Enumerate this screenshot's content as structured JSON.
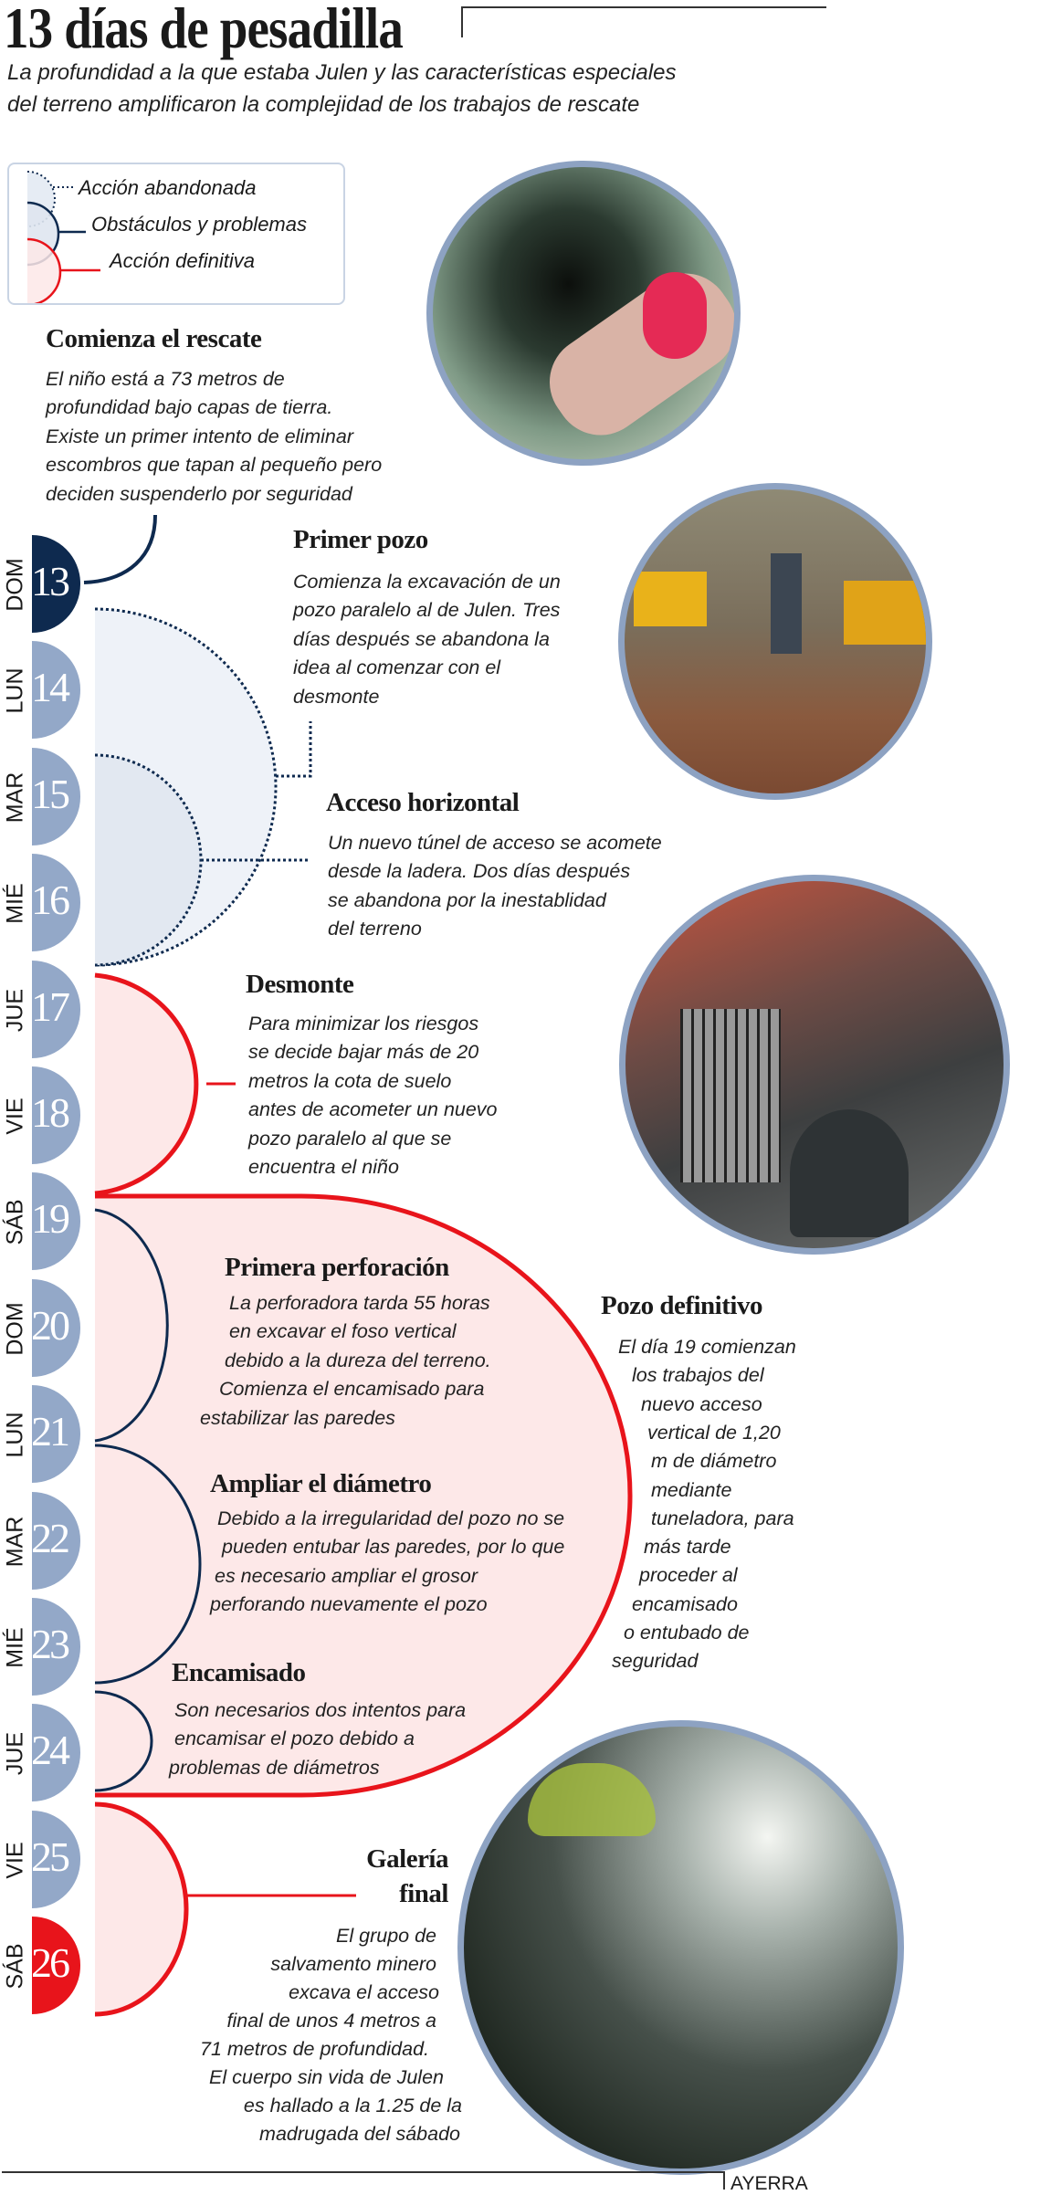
{
  "header": {
    "title": "13 días de pesadilla",
    "subtitle_lines": [
      "La profundidad a la que estaba Julen y las características especiales",
      "del terreno amplificaron la complejidad de los trabajos de rescate"
    ]
  },
  "legend": {
    "items": [
      {
        "label": "Acción abandonada"
      },
      {
        "label": "Obstáculos y problemas"
      },
      {
        "label": "Acción definitiva"
      }
    ]
  },
  "days": [
    {
      "weekday": "DOM",
      "day": "13",
      "state": "start"
    },
    {
      "weekday": "LUN",
      "day": "14",
      "state": "normal"
    },
    {
      "weekday": "MAR",
      "day": "15",
      "state": "normal"
    },
    {
      "weekday": "MIÉ",
      "day": "16",
      "state": "normal"
    },
    {
      "weekday": "JUE",
      "day": "17",
      "state": "normal"
    },
    {
      "weekday": "VIE",
      "day": "18",
      "state": "normal"
    },
    {
      "weekday": "SÁB",
      "day": "19",
      "state": "normal"
    },
    {
      "weekday": "DOM",
      "day": "20",
      "state": "normal"
    },
    {
      "weekday": "LUN",
      "day": "21",
      "state": "normal"
    },
    {
      "weekday": "MAR",
      "day": "22",
      "state": "normal"
    },
    {
      "weekday": "MIÉ",
      "day": "23",
      "state": "normal"
    },
    {
      "weekday": "JUE",
      "day": "24",
      "state": "normal"
    },
    {
      "weekday": "VIE",
      "day": "25",
      "state": "normal"
    },
    {
      "weekday": "SÁB",
      "day": "26",
      "state": "end"
    }
  ],
  "events": {
    "rescate": {
      "title": "Comienza el rescate",
      "lines": [
        "El niño está a 73 metros de",
        "profundidad bajo capas de tierra.",
        "Existe un primer intento de eliminar",
        "escombros que tapan al pequeño pero",
        "deciden suspenderlo por seguridad"
      ]
    },
    "primer_pozo": {
      "title": "Primer pozo",
      "lines": [
        "Comienza la excavación de un",
        "pozo paralelo al de Julen. Tres",
        "días después se abandona la",
        "idea al comenzar con el",
        "desmonte"
      ]
    },
    "acceso": {
      "title": "Acceso horizontal",
      "lines": [
        "Un nuevo túnel de acceso se acomete",
        "desde la ladera. Dos días después",
        "se abandona por la inestablidad",
        "del terreno"
      ]
    },
    "desmonte": {
      "title": "Desmonte",
      "lines": [
        "Para minimizar los riesgos",
        "se decide bajar más de 20",
        "metros la cota de suelo",
        "antes de acometer un nuevo",
        "pozo paralelo al que se",
        "encuentra el niño"
      ]
    },
    "perforacion": {
      "title": "Primera perforación",
      "lines": [
        "La perforadora tarda 55 horas",
        "en excavar el foso vertical",
        "debido a la dureza del terreno.",
        "Comienza el encamisado para",
        "estabilizar las paredes"
      ]
    },
    "ampliar": {
      "title": "Ampliar el diámetro",
      "lines": [
        "Debido a la irregularidad del pozo no se",
        "pueden entubar las paredes, por lo que",
        "es necesario ampliar el grosor",
        "perforando nuevamente el pozo"
      ]
    },
    "encamisado": {
      "title": "Encamisado",
      "lines": [
        "Son necesarios dos intentos para",
        "encamisar el pozo debido a",
        "problemas de diámetros"
      ]
    },
    "pozo_definitivo": {
      "title": "Pozo definitivo",
      "lines": [
        "El día 19 comienzan",
        "los trabajos del",
        "nuevo acceso",
        "vertical de 1,20",
        "m de diámetro",
        "mediante",
        "tuneladora, para",
        "más tarde",
        "proceder al",
        "encamisado",
        "o entubado de",
        "seguridad"
      ]
    },
    "galeria": {
      "title_lines": [
        "Galería",
        "final"
      ],
      "lines": [
        "El grupo de",
        "salvamento minero",
        "excava el acceso",
        "final de unos 4 metros a",
        "71 metros de profundidad.",
        "El cuerpo sin vida de Julen",
        "es hallado a la 1.25 de la",
        "madrugada del sábado"
      ]
    }
  },
  "credit": "AYERRA",
  "colors": {
    "navy": "#0e2a4f",
    "day": "#93a8c8",
    "red": "#e8141b",
    "pale_red": "#fde8e8",
    "pale_blue": "#eef2f8"
  }
}
